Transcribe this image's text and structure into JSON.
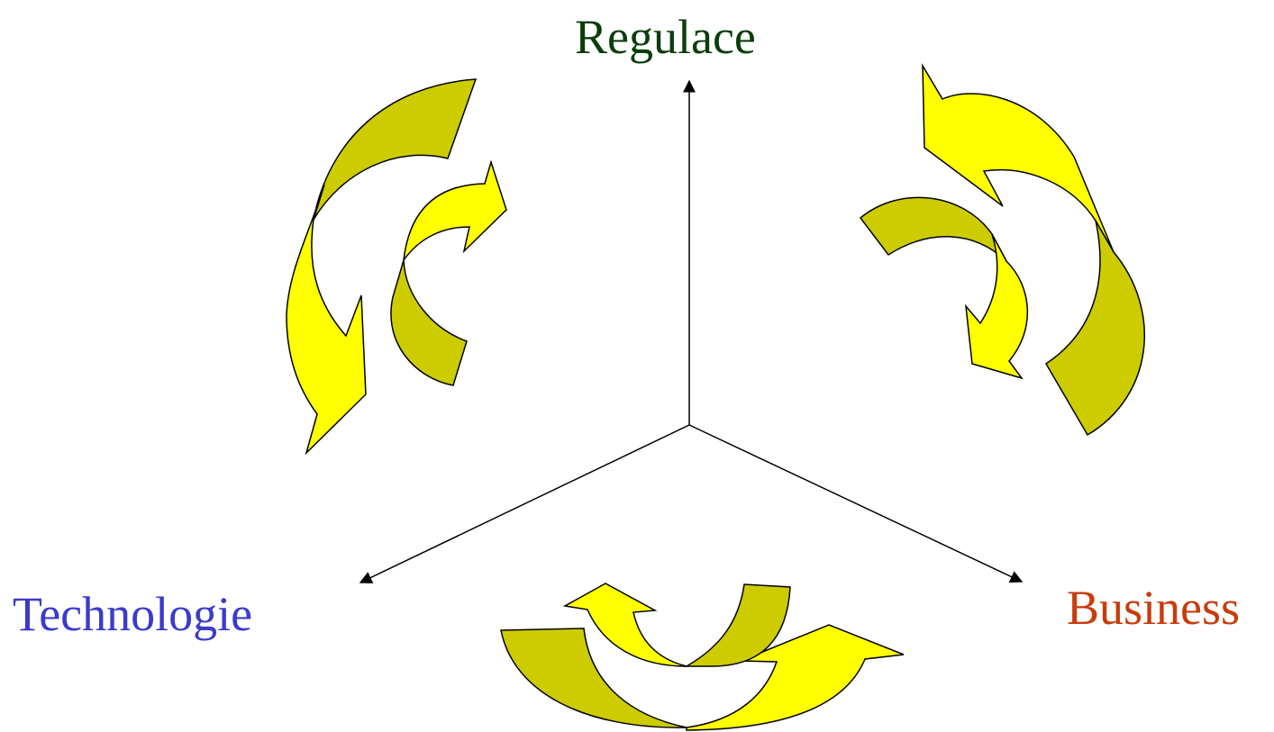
{
  "axes": {
    "regulace": {
      "label": "Regulace",
      "color": "#0b3d0b"
    },
    "technologie": {
      "label": "Technologie",
      "color": "#3b3bcc"
    },
    "business": {
      "label": "Business",
      "color": "#c83c0c"
    }
  },
  "colors": {
    "arrow_yellow": "#ffff00",
    "arrow_olive": "#cccc00",
    "stroke": "#000000"
  }
}
